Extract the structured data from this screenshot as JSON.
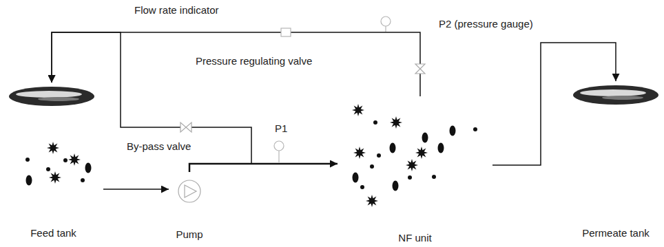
{
  "diagram": {
    "nodes": [
      {
        "text": [
          "Feed tank"
        ]
      },
      {
        "text": [
          "Pump"
        ]
      },
      {
        "text": [
          "NF unit"
        ]
      },
      {
        "text": [
          "Permeate tank"
        ]
      }
    ],
    "edges": [
      {
        "from": 0,
        "to": 1,
        "arrow": "to"
      },
      {
        "from": 1,
        "to": 2,
        "arrow": "to"
      },
      {
        "from": 2,
        "to": 3,
        "arrow": "to"
      },
      {
        "from": 2,
        "to": 0,
        "arrow": "to"
      },
      {
        "from": 1,
        "to": 0,
        "arrow": "to"
      }
    ],
    "labels": [
      "Flow rate indicator",
      "P2 (pressure gauge)",
      "Pressure regulating valve",
      "P1",
      "By-pass valve"
    ]
  }
}
